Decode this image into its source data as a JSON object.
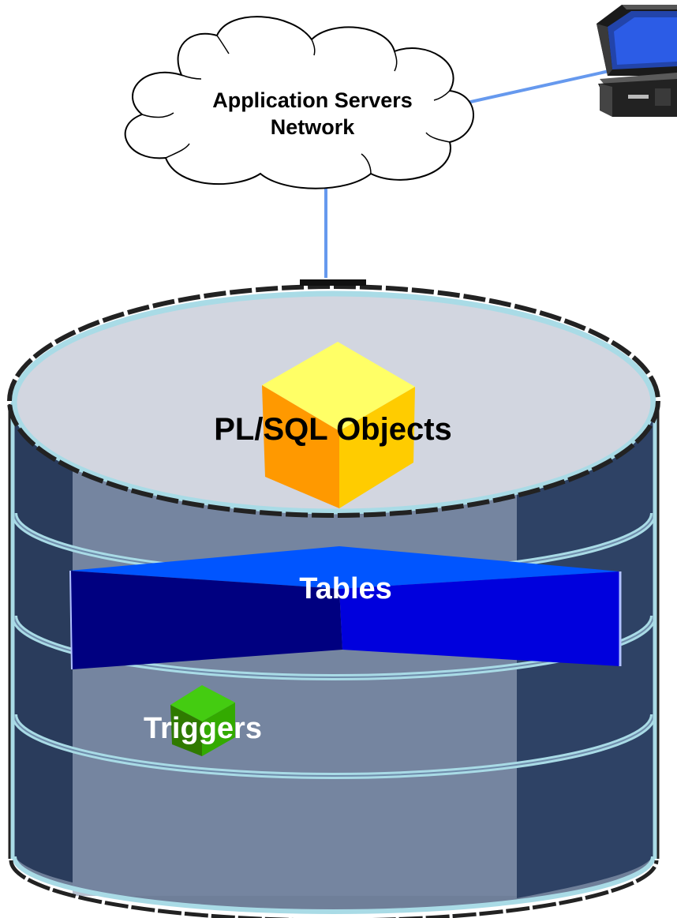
{
  "cloud": {
    "line1": "Application Servers",
    "line2": "Network",
    "icon": "cloud-icon"
  },
  "client": {
    "icon": "desktop-computer-icon"
  },
  "database": {
    "icon": "database-cylinder-icon",
    "objects_label": "PL/SQL Objects",
    "tables_label": "Tables",
    "triggers_label": "Triggers"
  },
  "colors": {
    "connector": "#6699ee",
    "cylinder_top": "#d2d6e0",
    "cylinder_body": "#6f7f99",
    "cylinder_edge": "#2a3c5c",
    "cylinder_rim": "#a9dbe6",
    "cube_top": "#ffff66",
    "cube_left": "#ff9900",
    "cube_right": "#ffcc00",
    "tables_left": "#000080",
    "tables_right": "#0000dd",
    "tables_top": "#0055ff",
    "triggers_cube": "#33aa00"
  }
}
